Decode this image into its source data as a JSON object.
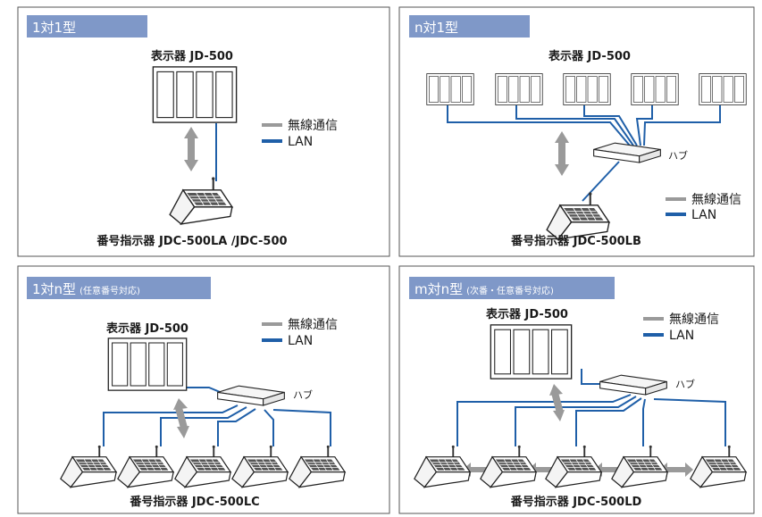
{
  "colors": {
    "wireless": "#9a9a9a",
    "lan": "#1f5fa8",
    "tag_bg": "#7f98c8",
    "frame": "#555555"
  },
  "legend": {
    "wireless": "無線通信",
    "lan": "LAN"
  },
  "hub_label": "ハブ",
  "panels": [
    {
      "title": "1対1型",
      "note": "",
      "display_label": "表示器 JD-500",
      "device_label": "番号指示器 JDC-500LA /JDC-500"
    },
    {
      "title": "n対1型",
      "note": "",
      "display_label": "表示器 JD-500",
      "device_label": "番号指示器 JDC-500LB"
    },
    {
      "title": "1対n型",
      "note": "(任意番号対応)",
      "display_label": "表示器 JD-500",
      "device_label": "番号指示器 JDC-500LC"
    },
    {
      "title": "m対n型",
      "note": "(次番・任意番号対応)",
      "display_label": "表示器 JD-500",
      "device_label": "番号指示器 JDC-500LD"
    }
  ]
}
